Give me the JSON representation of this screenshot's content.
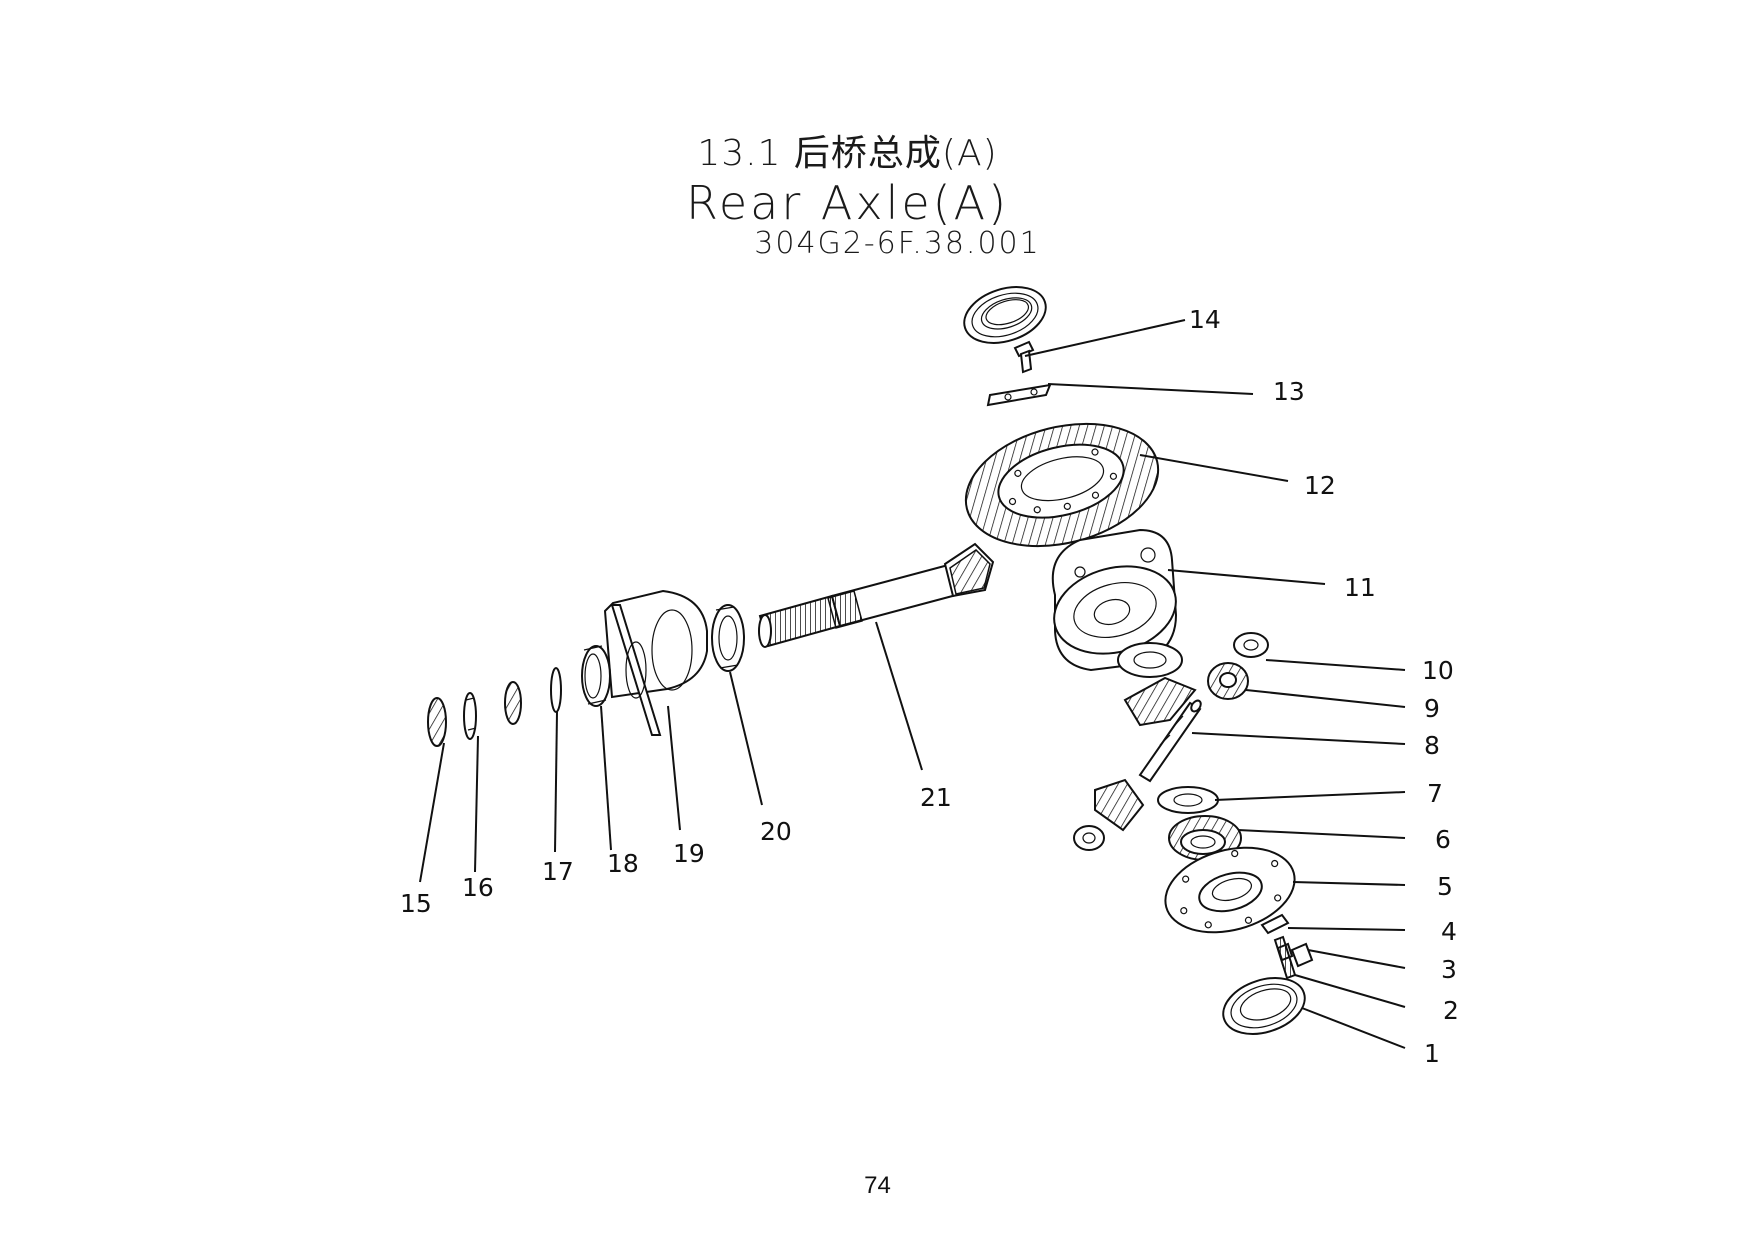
{
  "header": {
    "title_cn": "13.1 后桥总成(A)",
    "title_en": "Rear Axle(A)",
    "part_number": "304G2-6F.38.001"
  },
  "callouts": [
    "1",
    "2",
    "3",
    "4",
    "5",
    "6",
    "7",
    "8",
    "9",
    "10",
    "11",
    "12",
    "13",
    "14",
    "15",
    "16",
    "17",
    "18",
    "19",
    "20",
    "21"
  ],
  "page_number": "74"
}
